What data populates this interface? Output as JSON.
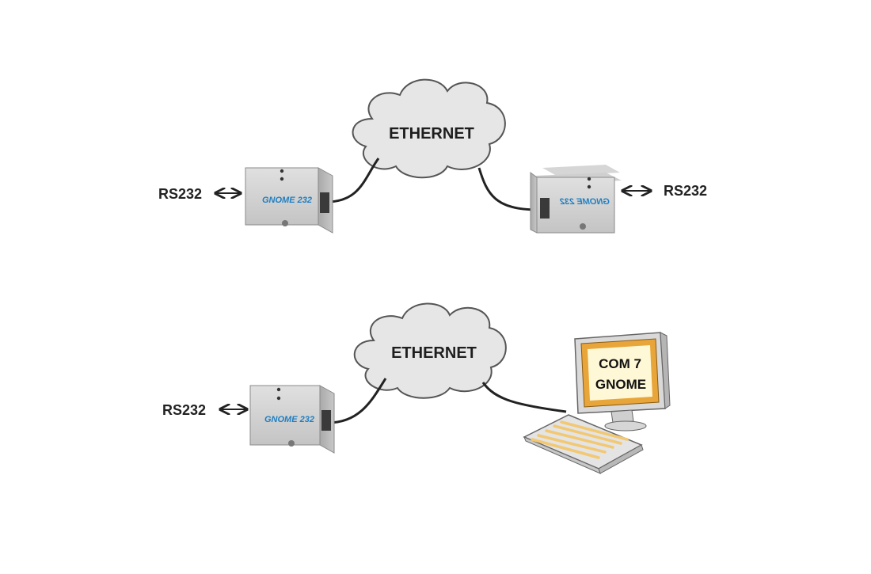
{
  "colors": {
    "background": "#ffffff",
    "device_body": "#bcbcbc",
    "brand_blue": "#1f7fc2",
    "cloud_fill": "#e6e6e6",
    "cable": "#222222",
    "monitor_frame": "#e8a53a",
    "screen_fill": "#fff8d6",
    "keyboard_keys": "#f2c873"
  },
  "top_scenario": {
    "cloud_label": "ETHERNET",
    "left_label": "RS232",
    "right_label": "RS232",
    "left_device_brand": "GNOME 232",
    "right_device_brand": "GNOME 232",
    "icons": [
      "double-arrow-icon",
      "cloud-icon",
      "cable-icon"
    ]
  },
  "bottom_scenario": {
    "cloud_label": "ETHERNET",
    "left_label": "RS232",
    "device_brand": "GNOME 232",
    "screen_lines": [
      "COM 7",
      "GNOME"
    ],
    "icons": [
      "double-arrow-icon",
      "cloud-icon",
      "computer-icon"
    ]
  }
}
